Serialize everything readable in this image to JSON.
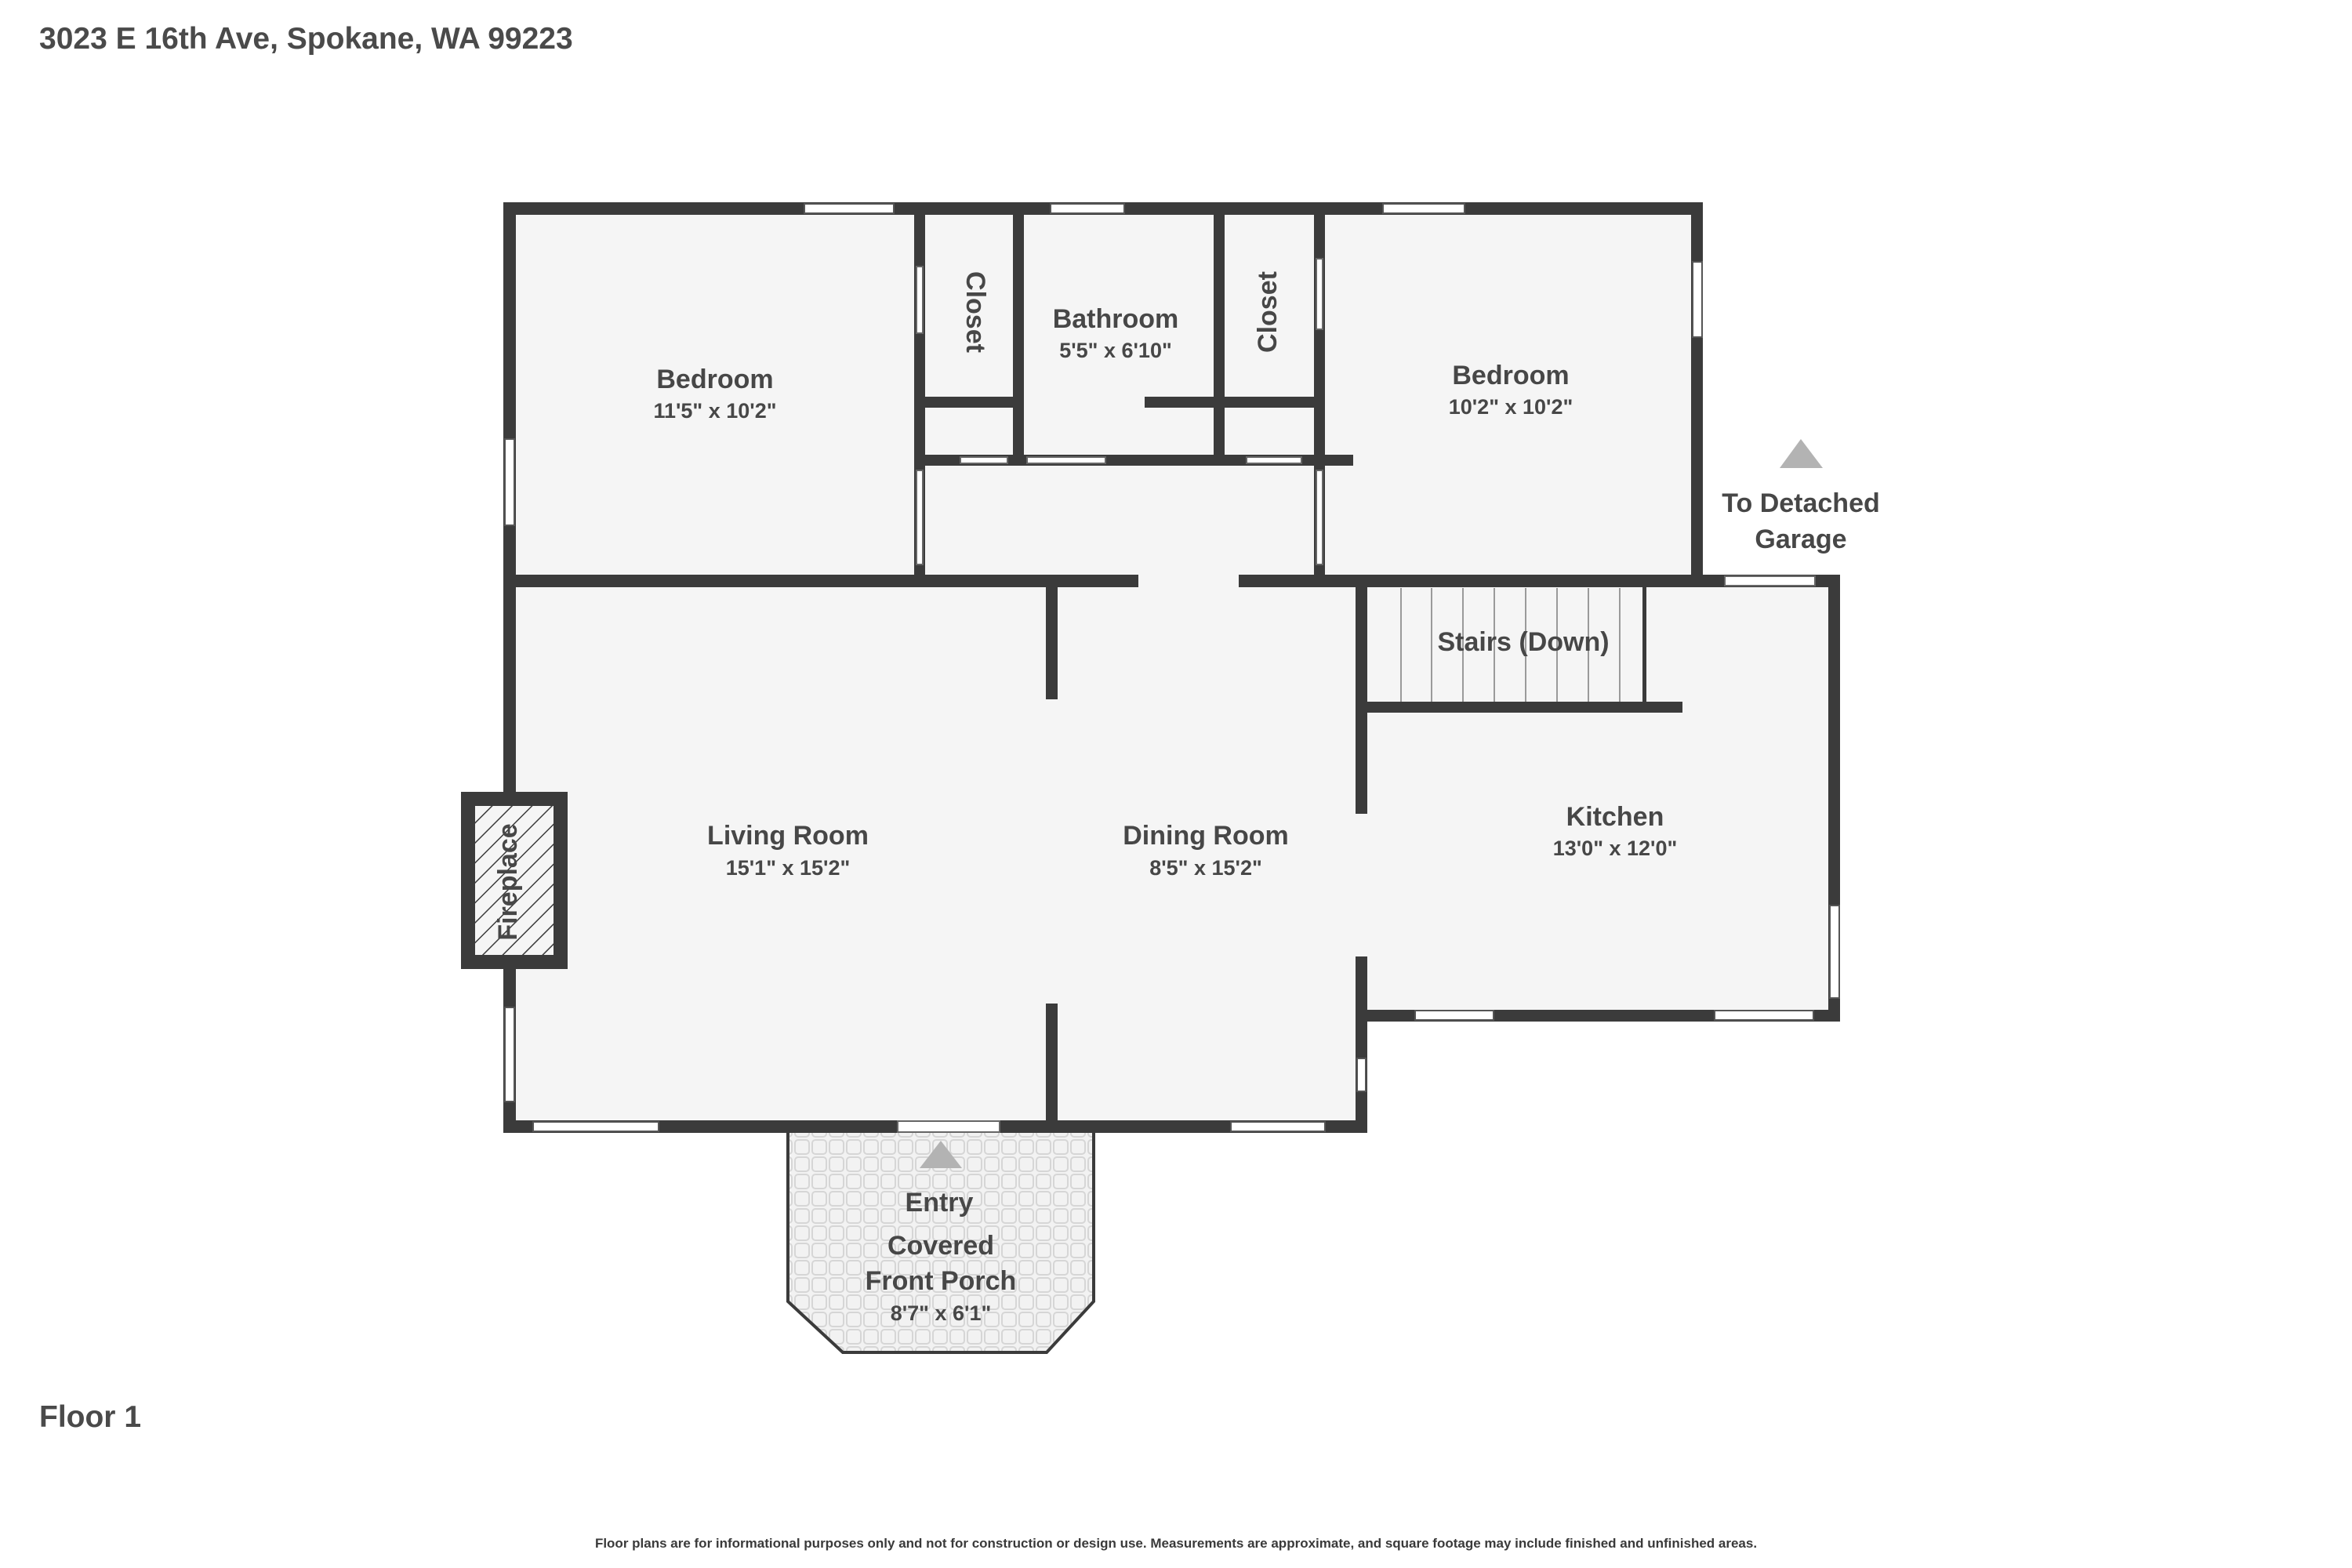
{
  "header": {
    "address": "3023 E 16th Ave, Spokane, WA 99223"
  },
  "floor_label": "Floor 1",
  "disclaimer": "Floor plans are for informational purposes only and not for construction or design use. Measurements are approximate, and square footage may include finished and unfinished areas.",
  "rooms": {
    "bedroom_left": {
      "name": "Bedroom",
      "dims": "11'5\" x 10'2\""
    },
    "closet_left": {
      "name": "Closet"
    },
    "bathroom": {
      "name": "Bathroom",
      "dims": "5'5\" x 6'10\""
    },
    "closet_right": {
      "name": "Closet"
    },
    "bedroom_right": {
      "name": "Bedroom",
      "dims": "10'2\" x 10'2\""
    },
    "stairs": {
      "name": "Stairs (Down)"
    },
    "living_room": {
      "name": "Living Room",
      "dims": "15'1\" x 15'2\""
    },
    "dining_room": {
      "name": "Dining Room",
      "dims": "8'5\" x 15'2\""
    },
    "kitchen": {
      "name": "Kitchen",
      "dims": "13'0\" x 12'0\""
    },
    "fireplace": {
      "name": "Fireplace"
    },
    "entry": {
      "name": "Entry"
    },
    "porch": {
      "line1": "Covered",
      "line2": "Front Porch",
      "dims": "8'7\" x 6'1\""
    },
    "garage": {
      "line1": "To Detached",
      "line2": "Garage"
    }
  },
  "colors": {
    "wall": "#3b3b3b",
    "floor": "#f5f5f5",
    "marker": "#b3b3b3",
    "text": "#474747"
  }
}
